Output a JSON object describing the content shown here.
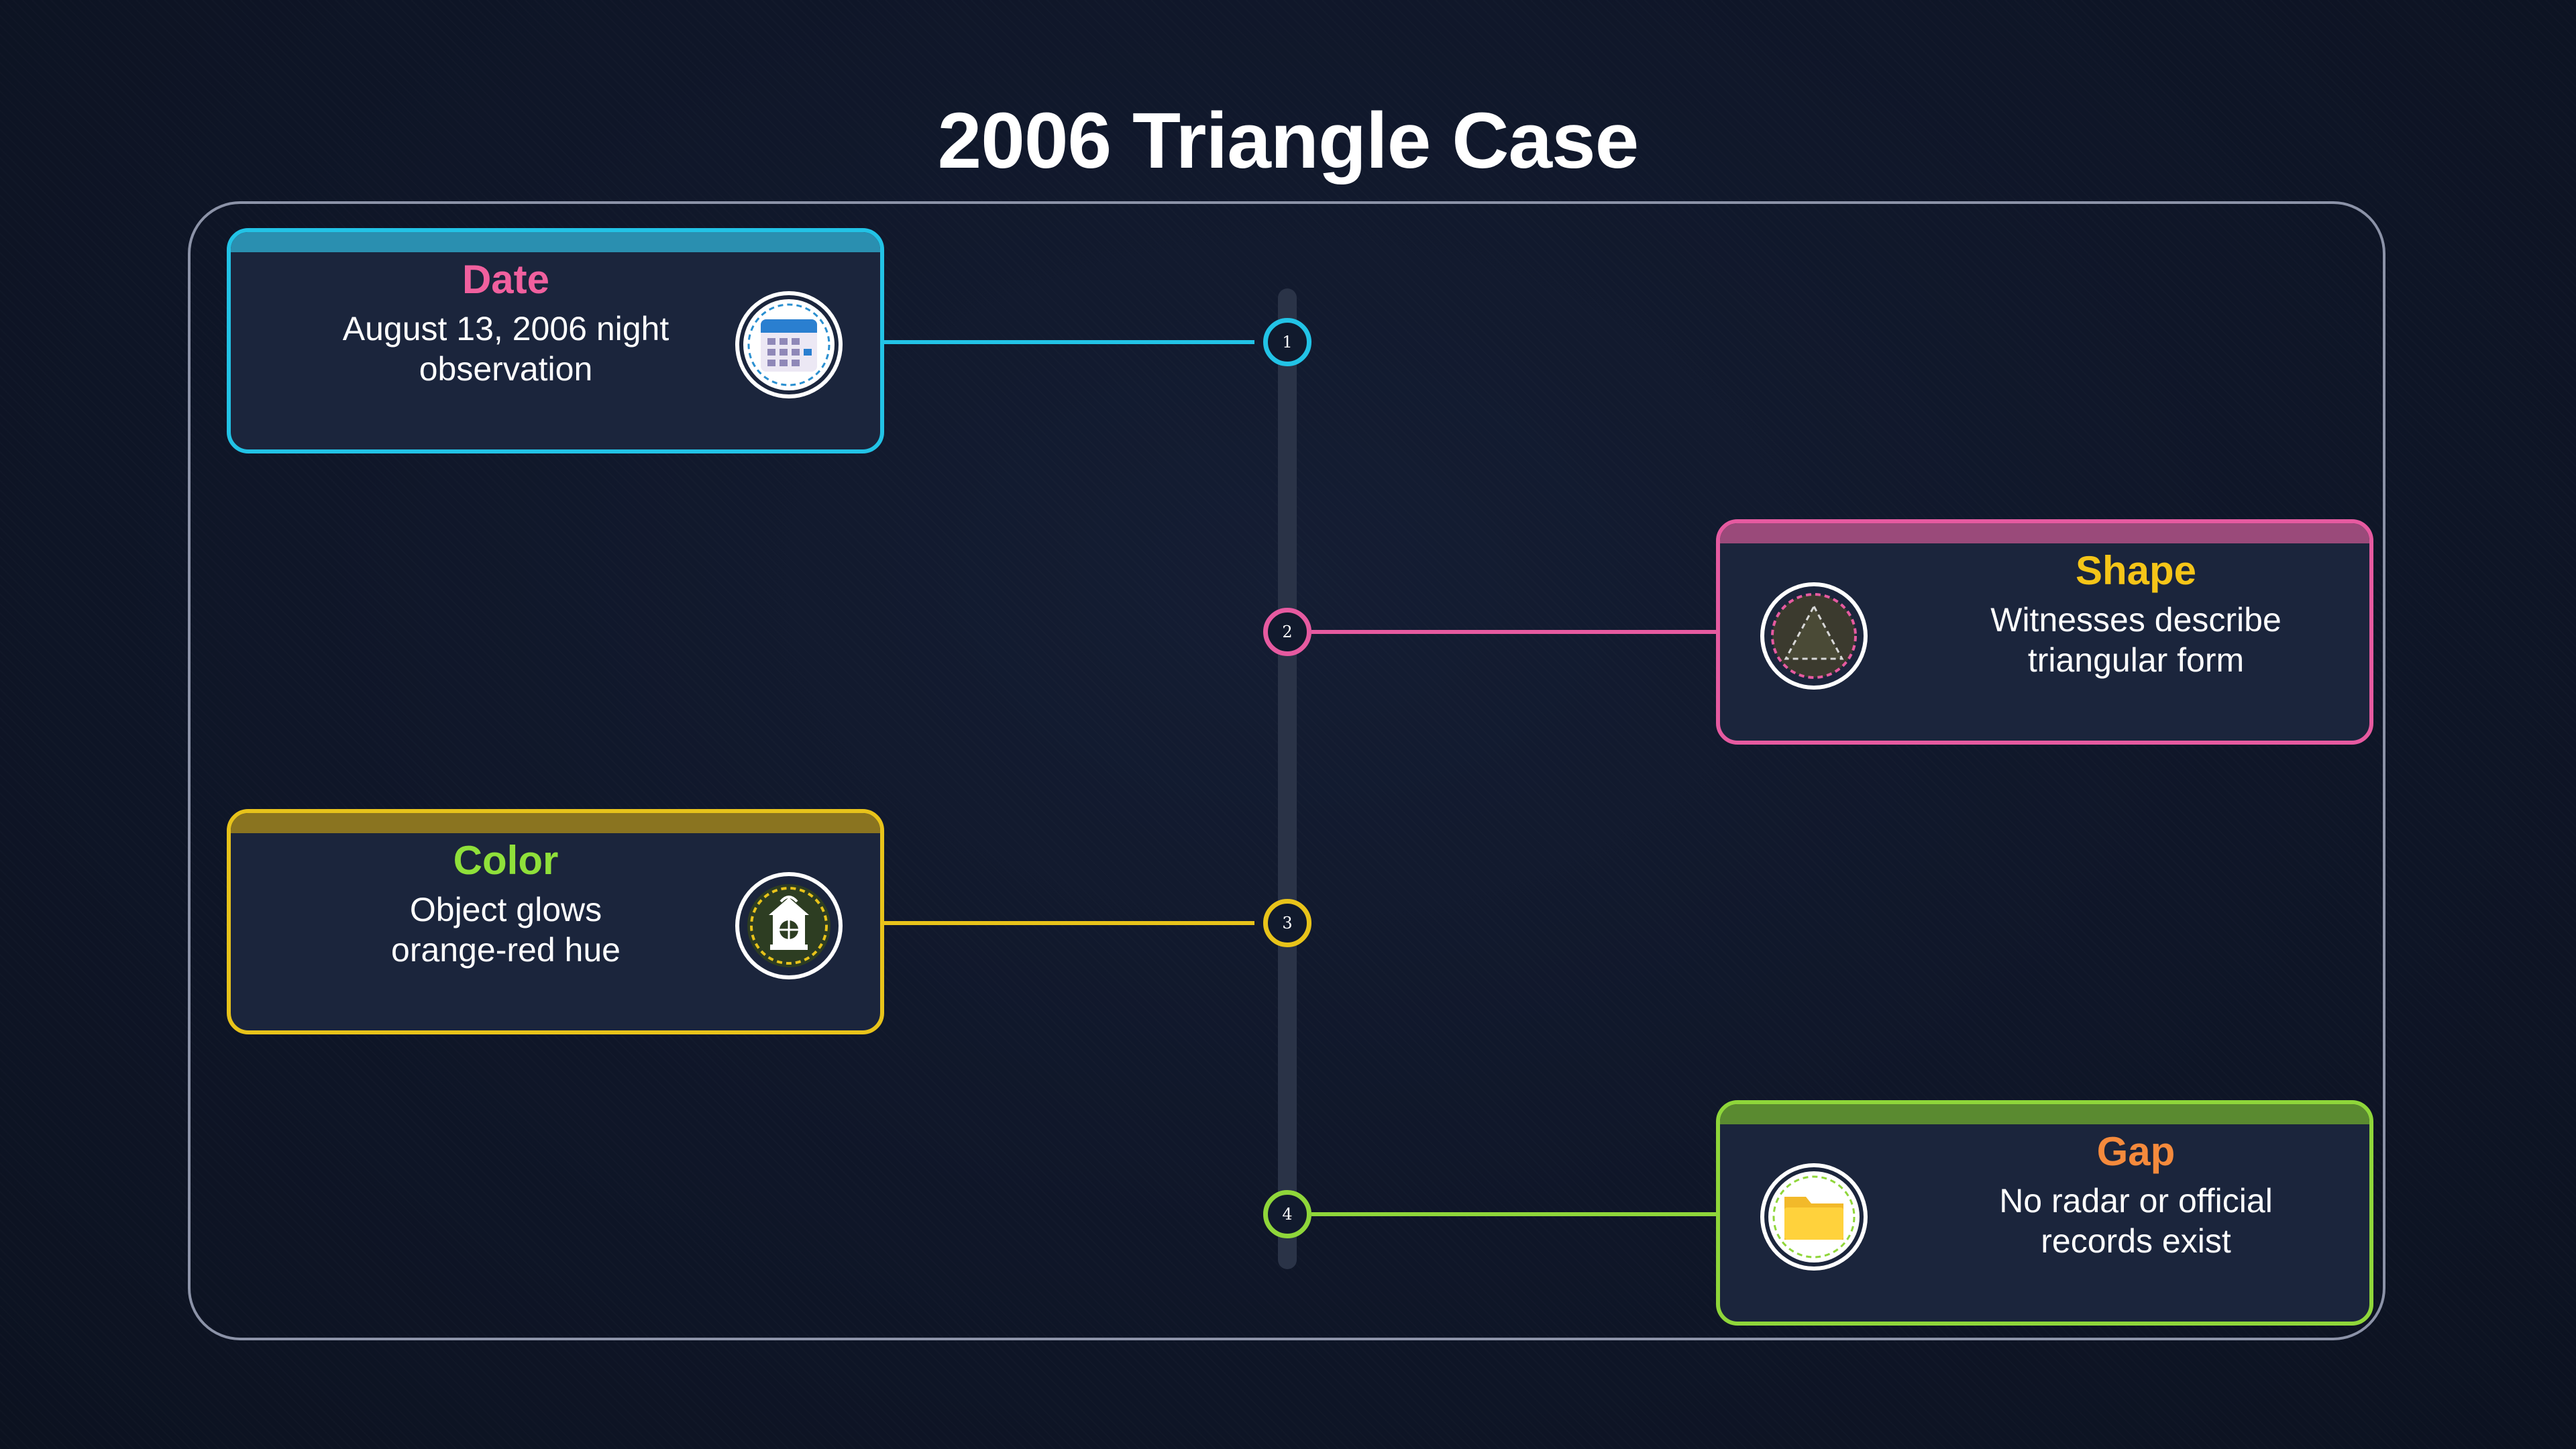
{
  "title": "2006 Triangle Case",
  "timeline": {
    "items": [
      {
        "number": "1",
        "title": "Date",
        "line1": "August 13, 2006 night",
        "line2": "observation",
        "side": "left",
        "accent_color": "#22c3e6",
        "title_color": "#f0609e",
        "icon": "calendar-icon"
      },
      {
        "number": "2",
        "title": "Shape",
        "line1": "Witnesses describe",
        "line2": "triangular form",
        "side": "right",
        "accent_color": "#e65aa0",
        "title_color": "#f5c518",
        "icon": "triangle-icon"
      },
      {
        "number": "3",
        "title": "Color",
        "line1": "Object glows",
        "line2": "orange-red hue",
        "side": "left",
        "accent_color": "#e8c31a",
        "title_color": "#8fe03a",
        "icon": "lantern-icon"
      },
      {
        "number": "4",
        "title": "Gap",
        "line1": "No radar or official",
        "line2": "records exist",
        "side": "right",
        "accent_color": "#8fd63a",
        "title_color": "#f58a3c",
        "icon": "folder-icon"
      }
    ]
  }
}
